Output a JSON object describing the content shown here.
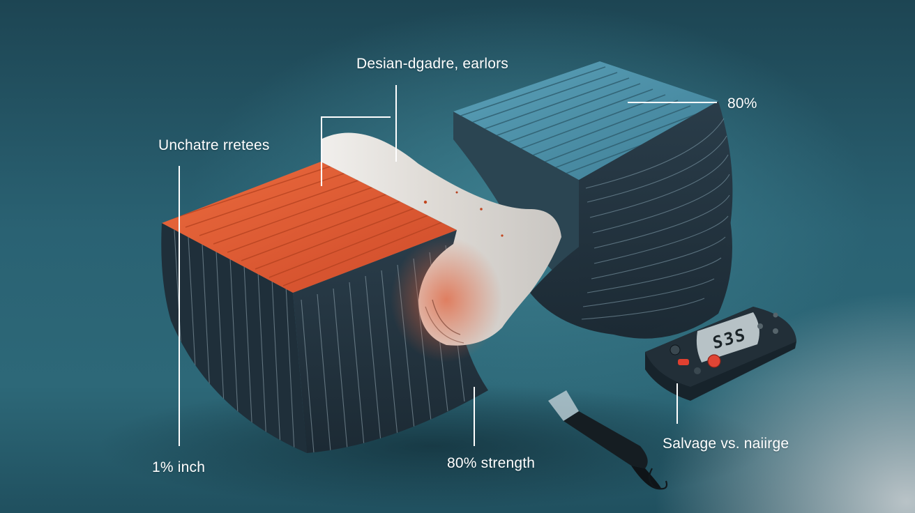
{
  "labels": {
    "top_center": "Desian-dgadre, earlors",
    "top_right": "80%",
    "left_upper": "Unchatre rretees",
    "bottom_left": "1% inch",
    "bottom_center": "80% strength",
    "bottom_right": "Salvage vs. naiirge"
  },
  "meter": {
    "display": "S3S"
  },
  "colors": {
    "background": "#2a6273",
    "orange_face": "#e25a33",
    "blue_face": "#4a8ea6",
    "body_dark": "#22333f",
    "paper": "#e6e3df"
  }
}
